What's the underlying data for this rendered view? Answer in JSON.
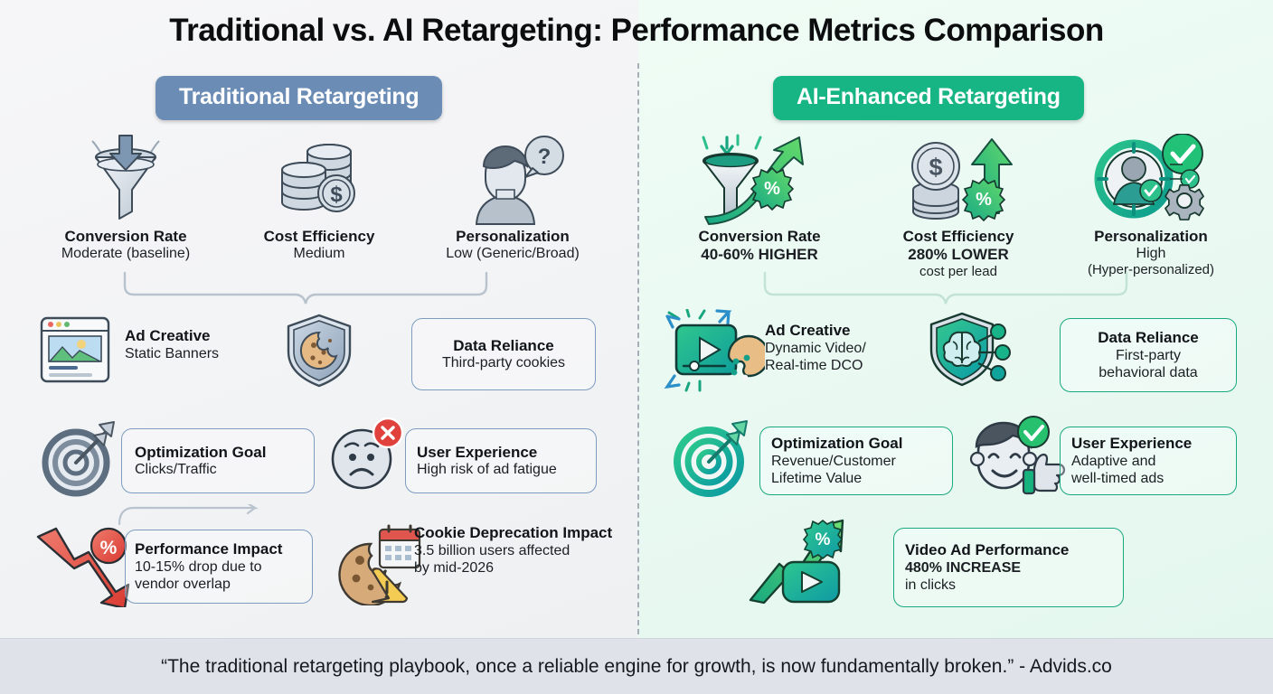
{
  "title": "Traditional vs. AI Retargeting: Performance Metrics Comparison",
  "colors": {
    "traditional_pill": "#6b8cb5",
    "ai_pill": "#16b583",
    "traditional_panel": "#f3f4f6",
    "ai_panel": "#eafaf3",
    "traditional_border": "#7d9cc0",
    "ai_border": "#19a97f",
    "footer_bg": "#dfe3e9",
    "negative_red": "#e04b43"
  },
  "columns": {
    "left": {
      "pill_label": "Traditional Retargeting"
    },
    "right": {
      "pill_label": "AI-Enhanced Retargeting"
    }
  },
  "left": {
    "metrics": [
      {
        "icon": "funnel-down-arrow-icon",
        "name": "Conversion Rate",
        "value": "Moderate (baseline)",
        "sub": ""
      },
      {
        "icon": "coin-stack-dollar-icon",
        "name": "Cost Efficiency",
        "value": "Medium",
        "sub": ""
      },
      {
        "icon": "person-question-bubble-icon",
        "name": "Personalization",
        "value": "Low (Generic/Broad)",
        "sub": ""
      }
    ],
    "items": [
      {
        "icon": "browser-image-banner-icon",
        "title": "Ad Creative",
        "lines": [
          "Static Banners"
        ],
        "boxed": false
      },
      {
        "icon": "shield-cookie-icon",
        "title": "Data Reliance",
        "lines": [
          "Third-party cookies"
        ],
        "boxed": true,
        "centered": true
      },
      {
        "icon": "target-arrow-icon",
        "title": "Optimization Goal",
        "lines": [
          "Clicks/Traffic"
        ],
        "boxed": true
      },
      {
        "icon": "sad-face-x-icon",
        "title": "User Experience",
        "lines": [
          "High risk of ad fatigue"
        ],
        "boxed": true
      },
      {
        "icon": "down-arrow-percent-icon",
        "title": "Performance Impact",
        "lines": [
          "10-15% drop due to",
          "vendor overlap"
        ],
        "boxed": true
      },
      {
        "icon": "cookie-calendar-warning-icon",
        "title": "Cookie Deprecation Impact",
        "lines": [
          "3.5 billion users affected",
          "by mid-2026"
        ],
        "boxed": false
      }
    ]
  },
  "right": {
    "metrics": [
      {
        "icon": "funnel-up-arrow-percent-icon",
        "name": "Conversion Rate",
        "value": "40-60% HIGHER",
        "sub": ""
      },
      {
        "icon": "coin-stack-up-arrow-percent-icon",
        "name": "Cost Efficiency",
        "value": "280% LOWER",
        "sub": "cost per lead"
      },
      {
        "icon": "person-check-gear-icon",
        "name": "Personalization",
        "value": "High",
        "sub": "(Hyper-personalized)"
      }
    ],
    "items": [
      {
        "icon": "video-play-palette-icon",
        "title": "Ad Creative",
        "lines": [
          "Dynamic Video/",
          "Real-time DCO"
        ],
        "boxed": false
      },
      {
        "icon": "shield-brain-network-icon",
        "title": "Data Reliance",
        "lines": [
          "First-party",
          "behavioral data"
        ],
        "boxed": true,
        "centered": true
      },
      {
        "icon": "target-arrow-green-icon",
        "title": "Optimization Goal",
        "lines": [
          "Revenue/Customer",
          "Lifetime Value"
        ],
        "boxed": true
      },
      {
        "icon": "happy-face-thumbsup-check-icon",
        "title": "User Experience",
        "lines": [
          "Adaptive and",
          "well-timed ads"
        ],
        "boxed": true
      },
      {
        "icon": "up-arrow-play-percent-icon",
        "title": "Video Ad Performance",
        "lines": [
          "480% INCREASE",
          "in clicks"
        ],
        "boxed": true,
        "bold_first_line": true
      }
    ]
  },
  "footer": {
    "quote": "“The traditional retargeting playbook, once a reliable engine for growth, is now fundamentally broken.” - Advids.co"
  }
}
